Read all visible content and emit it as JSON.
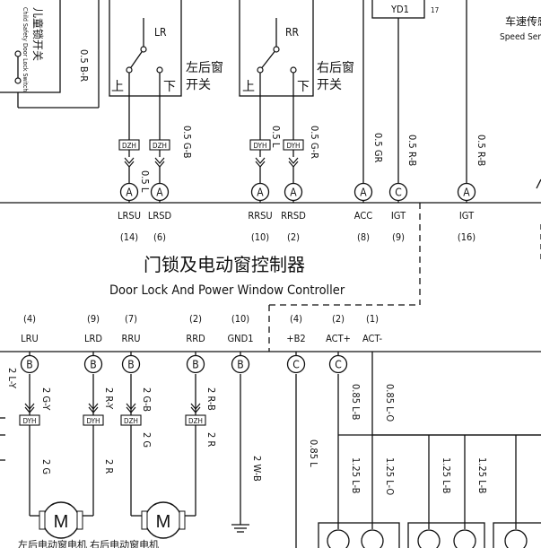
{
  "doors": {
    "top_left_label": "儿童锁开关",
    "top_left_sub": "Child Safety Door Lock Switch",
    "top_left_wire": "0.5 B-R",
    "lr_switch_title": "LR",
    "lr_switch_cn": "左后窗\n开关",
    "rr_switch_title": "RR",
    "rr_switch_cn": "右后窗\n开关",
    "up": "上",
    "down": "下",
    "yd1": "YD1",
    "yd1_pin": "17",
    "speed_cn": "车速传感",
    "speed_en": "Speed Sen"
  },
  "wires_top": [
    {
      "label": "0.5 L"
    },
    {
      "label": "0.5 G-B"
    },
    {
      "label": "0.5 L"
    },
    {
      "label": "0.5 G-R"
    },
    {
      "label": "0.5 GR"
    },
    {
      "label": "0.5 R-B"
    },
    {
      "label": "0.5 R-B"
    }
  ],
  "connectors_top": [
    "DZH",
    "DZH",
    "DYH",
    "DYH"
  ],
  "upper_pins": [
    {
      "mark": "A",
      "name": "LRSU",
      "num": "(14)"
    },
    {
      "mark": "A",
      "name": "LRSD",
      "num": "(6)"
    },
    {
      "mark": "A",
      "name": "RRSU",
      "num": "(10)"
    },
    {
      "mark": "A",
      "name": "RRSD",
      "num": "(2)"
    },
    {
      "mark": "A",
      "name": "ACC",
      "num": "(8)"
    },
    {
      "mark": "C",
      "name": "IGT",
      "num": "(9)"
    },
    {
      "mark": "A",
      "name": "IGT",
      "num": "(16)"
    }
  ],
  "controller": {
    "title_cn": "门锁及电动窗控制器",
    "title_en": "Door Lock And Power Window Controller"
  },
  "lower_pins": [
    {
      "mark": "B",
      "name": "LRU",
      "num": "(4)"
    },
    {
      "mark": "B",
      "name": "LRD",
      "num": "(9)"
    },
    {
      "mark": "B",
      "name": "RRU",
      "num": "(7)"
    },
    {
      "mark": "B",
      "name": "RRD",
      "num": "(2)"
    },
    {
      "mark": "B",
      "name": "GND1",
      "num": "(10)"
    },
    {
      "mark": "C",
      "name": "+B2",
      "num": "(4)"
    },
    {
      "mark": "C",
      "name": "ACT+",
      "num": "(2)"
    },
    {
      "mark": "",
      "name": "ACT-",
      "num": "(1)"
    }
  ],
  "wires_bottom": [
    {
      "label": "2 G-Y"
    },
    {
      "label": "2 R-Y"
    },
    {
      "label": "2 G-B"
    },
    {
      "label": "2 R-B"
    },
    {
      "label": "2 G"
    },
    {
      "label": "2 R"
    },
    {
      "label": "2 G"
    },
    {
      "label": "2 R"
    },
    {
      "label": "2 W-B"
    },
    {
      "label": "0.85 L"
    },
    {
      "label": "0.85 L-B"
    },
    {
      "label": "0.85 L-O"
    },
    {
      "label": "1.25 L-B"
    },
    {
      "label": "1.25 L-O"
    },
    {
      "label": "1.25 L-B"
    },
    {
      "label": "1.25 L-B"
    },
    {
      "label": "2 L-Y"
    }
  ],
  "connectors_bottom": [
    "DYH",
    "DYH",
    "DZH",
    "DZH"
  ],
  "motor": {
    "symbol": "M"
  },
  "bottom_caption": "左后电动窗电机  右后电动窗电机"
}
